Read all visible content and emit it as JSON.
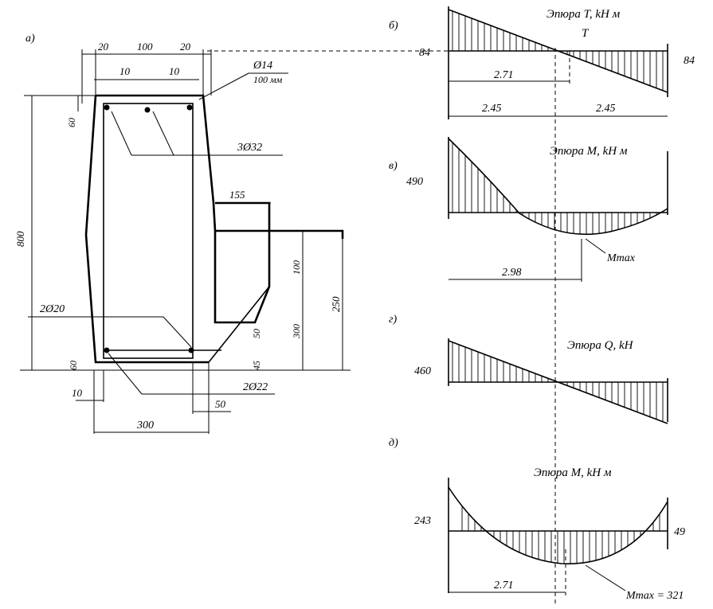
{
  "section": {
    "label_a": "а)",
    "dims_top": [
      "20",
      "100",
      "20"
    ],
    "dims_inner": [
      "10",
      "10"
    ],
    "stirrup_note": "Ø14",
    "stirrup_step": "100 мм",
    "dim_top_cover": "60",
    "top_bars": "3Ø32",
    "height": "800",
    "shelf_width": "155",
    "shelf_upper": "100",
    "shelf_total": "250",
    "shelf_lower": "300",
    "chamfer": "50",
    "bottom_bars_left": "2Ø20",
    "bottom_bars_right": "2Ø22",
    "dim_bottom_cover": "60",
    "dim_bottom_left": "10",
    "dim_bottom_right": "50",
    "bottom_width": "300",
    "small_dim_45": "45"
  },
  "diagrams": {
    "b": {
      "label": "б)",
      "title": "Эпюра T, kH м",
      "left_value": "84",
      "right_value": "84",
      "point_label": "T",
      "zero_dist": "2.71",
      "half_left": "2.45",
      "half_right": "2.45"
    },
    "v": {
      "label": "в)",
      "title": "Эпюра M, kH м",
      "left_value": "490",
      "max_label": "Mmax",
      "max_dist": "2.98"
    },
    "g": {
      "label": "г)",
      "title": "Эпюра Q, kH",
      "left_value": "460"
    },
    "d": {
      "label": "д)",
      "title": "Эпюра M, kH м",
      "left_value": "243",
      "right_value": "49",
      "max_dist": "2.71",
      "max_label": "Mmax = 321"
    }
  }
}
